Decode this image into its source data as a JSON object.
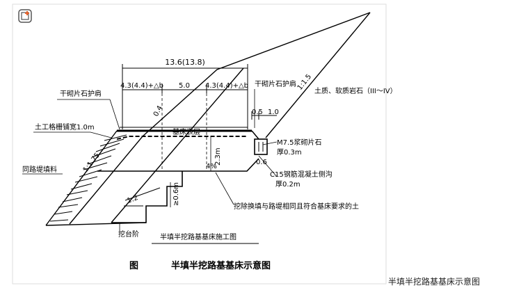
{
  "diagram": {
    "dim_total": "13.6(13.8)",
    "dim_left": "4.3(4.4)+△b",
    "dim_mid": "5.0",
    "dim_right": "4.3(4.4)+△b",
    "label_shoulder_left": "干砌片石护肩",
    "label_shoulder_right": "干砌片石护肩",
    "label_geogrid": "土工格栅铺宽1.0m",
    "label_embankment_fill": "同路堤填料",
    "label_soil_rock": "土质、软质岩石（III～IV）",
    "label_base": "基床表层",
    "label_w_0_5": "0.5",
    "label_w_1_0": "1.0",
    "label_m75": "M7.5浆砌片石",
    "label_thick_03": "厚0.3m",
    "label_c15": "C15钢筋混凝土侧沟",
    "label_thick_02": "厚0.2m",
    "label_06": "0.6",
    "label_23m": "2.3m",
    "label_4pct": "4%",
    "label_slope_04": "0.4",
    "label_slope_15": "1:1.5",
    "label_slope_175": "1:1.75",
    "label_ratio_12": "1:2",
    "label_step_06": "≥0.6m",
    "label_excavate": "挖除换填与路堤相同且符合基床要求的土",
    "label_step": "挖台阶",
    "label_construction": "半填半挖路基基床施工图",
    "figure_prefix": "图",
    "figure_title": "半填半挖路基基床示意图"
  },
  "caption": "半填半挖路基基床示意图"
}
